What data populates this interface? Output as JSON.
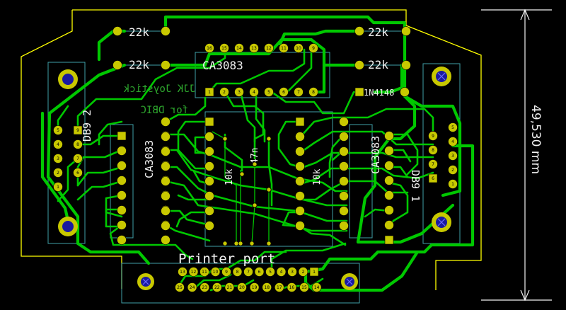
{
  "colors": {
    "background": "#000000",
    "outline": "#ffff00",
    "track": "#00c800",
    "pad": "#c8c800",
    "silkscreen": "#f2f2f2",
    "fab_outline": "#3fa0a8",
    "mount_hole": "#1a1aa0",
    "back_silk": "#2ea82e"
  },
  "labels": {
    "r1": "22k",
    "r2": "22k",
    "r3": "22k",
    "r4": "22k",
    "ic_top": "CA3083",
    "ic_left": "CA3083",
    "ic_right": "CA3083",
    "diode": "1N4148",
    "cap": "47n",
    "res_a": "10k",
    "res_b": "10k",
    "db9_left": "DB9 2",
    "db9_right": "DB9 1",
    "printer": "Printer port",
    "dimension": "49,530 mm",
    "back_line1": "JJK Joystick",
    "back_line2": "for DBIC"
  },
  "connectors": {
    "printer_top_pins": [
      "13",
      "12",
      "11",
      "10",
      "9",
      "8",
      "7",
      "6",
      "5",
      "4",
      "3",
      "2",
      "1"
    ],
    "printer_bottom_pins": [
      "25",
      "24",
      "23",
      "22",
      "21",
      "20",
      "19",
      "18",
      "17",
      "16",
      "15",
      "14"
    ],
    "db9_left_pins_a": [
      "5",
      "4",
      "3",
      "2",
      "1"
    ],
    "db9_left_pins_b": [
      "9",
      "8",
      "7",
      "6"
    ],
    "db9_right_pins_a": [
      "5",
      "4",
      "3",
      "2",
      "1"
    ],
    "db9_right_pins_b": [
      "9",
      "8",
      "7",
      "6"
    ],
    "ic_top_row_upper": [
      "16",
      "15",
      "14",
      "13",
      "12",
      "11",
      "10",
      "9"
    ],
    "ic_top_row_lower": [
      "1",
      "2",
      "3",
      "4",
      "5",
      "6",
      "7",
      "8"
    ]
  }
}
